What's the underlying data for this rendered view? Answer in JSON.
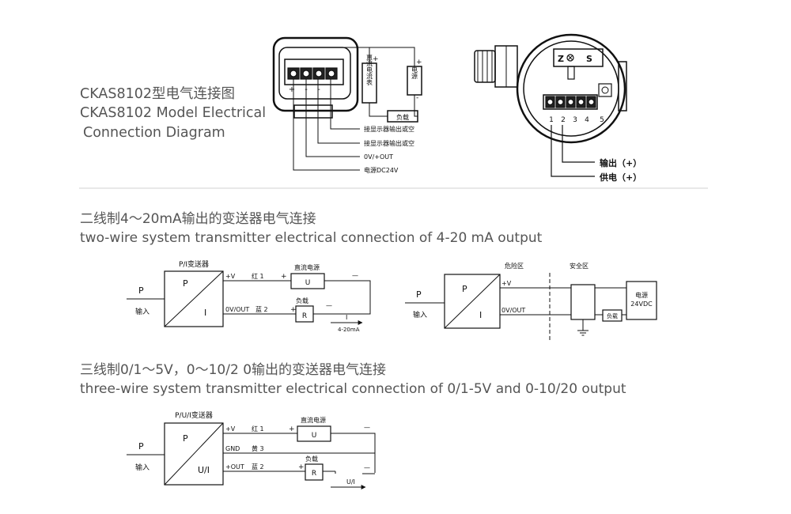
{
  "header": {
    "title_cn": "CKAS8102型电气连接图",
    "title_en_1": "CKAS8102 Model Electrical",
    "title_en_2": "Connection Diagram"
  },
  "top_left": {
    "terminals": [
      "+",
      "-",
      "-"
    ],
    "dc_meter": "直流电流表",
    "power": "电源",
    "load": "负载",
    "callouts": [
      "接显示器输出或空",
      "接显示器输出或空",
      "0V/+OUT",
      "电源DC24V"
    ]
  },
  "top_right": {
    "jumper_z": "Z",
    "jumper_s": "S",
    "terminal_numbers": [
      "1",
      "2",
      "3",
      "4",
      "5"
    ],
    "output_label": "输出（+）",
    "supply_label": "供电（+）"
  },
  "section2": {
    "title_cn": "二线制4～20mA输出的变送器电气连接",
    "title_en": "two-wire system transmitter electrical connection of 4-20 mA output"
  },
  "diagram2_left": {
    "block_title": "P/I变送器",
    "p_in": "P",
    "p_block": "P",
    "i_block": "I",
    "input": "输入",
    "pv": "+V",
    "out": "0V/OUT",
    "wire1": "红 1",
    "wire2": "蓝 2",
    "dc_power": "直流电源",
    "u": "U",
    "load": "负载",
    "r": "R",
    "plus1": "+",
    "plus2": "+",
    "minus1": "—",
    "minus2": "—",
    "current": "I",
    "range": "4-20mA"
  },
  "diagram2_right": {
    "hazard": "危险区",
    "safe": "安全区",
    "p_in": "P",
    "p_block": "P",
    "i_block": "I",
    "input": "输入",
    "pv": "+V",
    "out": "0V/OUT",
    "load": "负载",
    "power": "电源",
    "power_v": "24VDC"
  },
  "section3": {
    "title_cn": "三线制0/1～5V，0～10/2 0输出的变送器电气连接",
    "title_en": "three-wire system transmitter electrical connection of 0/1-5V and 0-10/20 output"
  },
  "diagram3": {
    "block_title": "P/U/I变送器",
    "p_in": "P",
    "p_block": "P",
    "ui_block": "U/I",
    "input": "输入",
    "pv": "+V",
    "gnd": "GND",
    "out": "+OUT",
    "wire1": "红 1",
    "wire3": "黄 3",
    "wire2": "蓝 2",
    "dc_power": "直流电源",
    "u": "U",
    "load": "负载",
    "r": "R",
    "plus1": "+",
    "plus2": "+",
    "minus1": "—",
    "minus2": "—",
    "ui_label": "U/I"
  }
}
